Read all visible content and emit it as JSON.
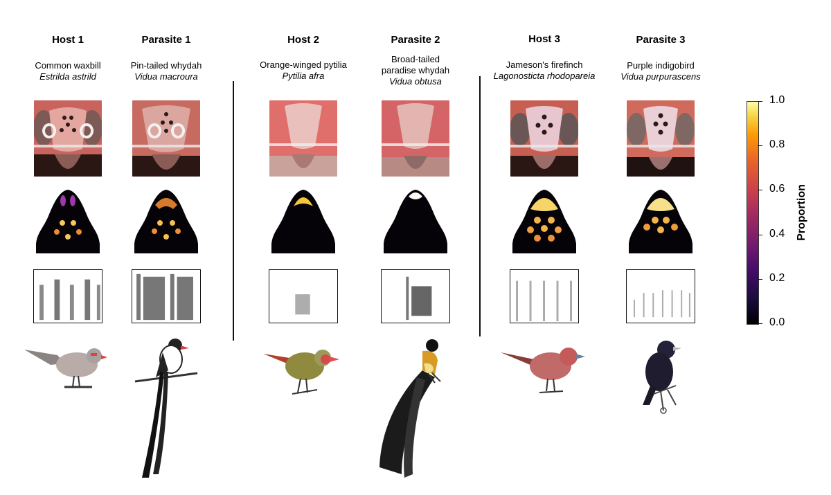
{
  "columns": [
    {
      "title": "Host 1",
      "common": [
        "Common waxbill"
      ],
      "scientific": "Estrilda astrild"
    },
    {
      "title": "Parasite 1",
      "common": [
        "Pin-tailed whydah"
      ],
      "scientific": "Vidua macroura"
    },
    {
      "title": "Host 2",
      "common": [
        "Orange-winged pytilia"
      ],
      "scientific": "Pytilia afra"
    },
    {
      "title": "Parasite 2",
      "common": [
        "Broad-tailed",
        "paradise whydah"
      ],
      "scientific": "Vidua obtusa"
    },
    {
      "title": "Host 3",
      "common": [
        "Jameson's firefinch"
      ],
      "scientific": "Lagonosticta rhodopareia"
    },
    {
      "title": "Parasite 3",
      "common": [
        "Purple indigobird"
      ],
      "scientific": "Vidua purpurascens"
    }
  ],
  "colorbar": {
    "label": "Proportion",
    "ticks": [
      "1.0",
      "0.8",
      "0.6",
      "0.4",
      "0.2",
      "0.0"
    ],
    "colors": [
      "#000004",
      "#4a0c6b",
      "#a52c60",
      "#ed6925",
      "#fcffa4"
    ]
  }
}
